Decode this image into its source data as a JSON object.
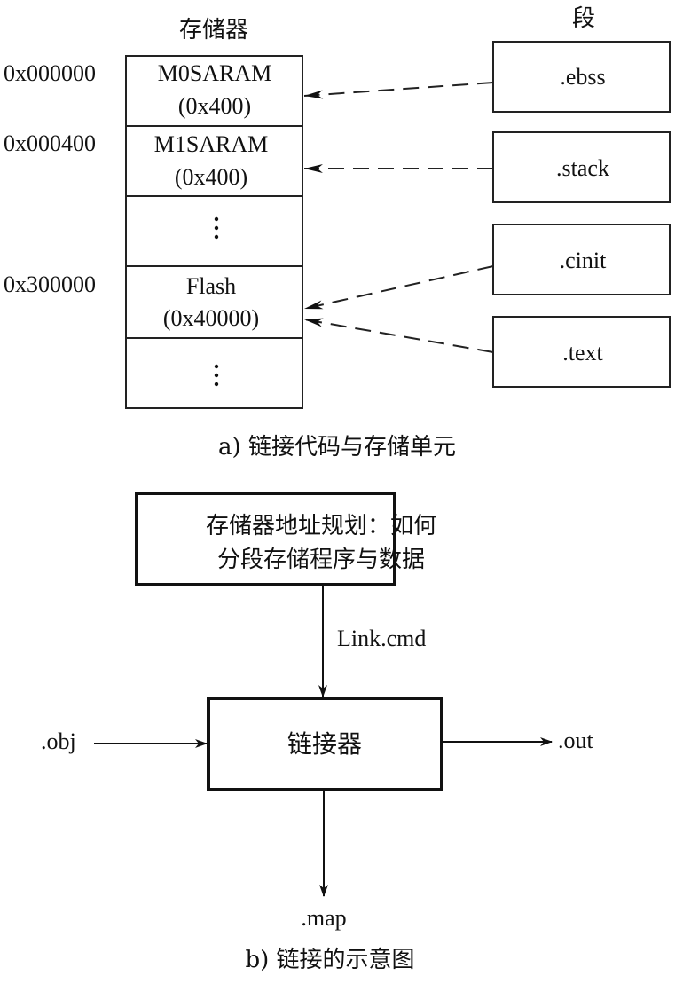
{
  "part_a": {
    "memory_title": "存储器",
    "section_title": "段",
    "caption": "a) 链接代码与存储单元",
    "memory_blocks": [
      {
        "address": "0x000000",
        "name": "M0SARAM",
        "size": "(0x400)"
      },
      {
        "address": "0x000400",
        "name": "M1SARAM",
        "size": "(0x400)"
      },
      {
        "address": "",
        "name": "⋮",
        "size": ""
      },
      {
        "address": "0x300000",
        "name": "Flash",
        "size": "(0x40000)"
      },
      {
        "address": "",
        "name": "⋮",
        "size": ""
      }
    ],
    "sections": [
      {
        "name": ".ebss",
        "maps_to": "M0SARAM"
      },
      {
        "name": ".stack",
        "maps_to": "M1SARAM"
      },
      {
        "name": ".cinit",
        "maps_to": "Flash"
      },
      {
        "name": ".text",
        "maps_to": "Flash"
      }
    ]
  },
  "part_b": {
    "plan_box_line1": "存储器地址规划：如何",
    "plan_box_line2": "分段存储程序与数据",
    "link_cmd_label": "Link.cmd",
    "linker_label": "链接器",
    "input_label": ".obj",
    "output_label": ".out",
    "map_label": ".map",
    "caption": "b) 链接的示意图"
  }
}
